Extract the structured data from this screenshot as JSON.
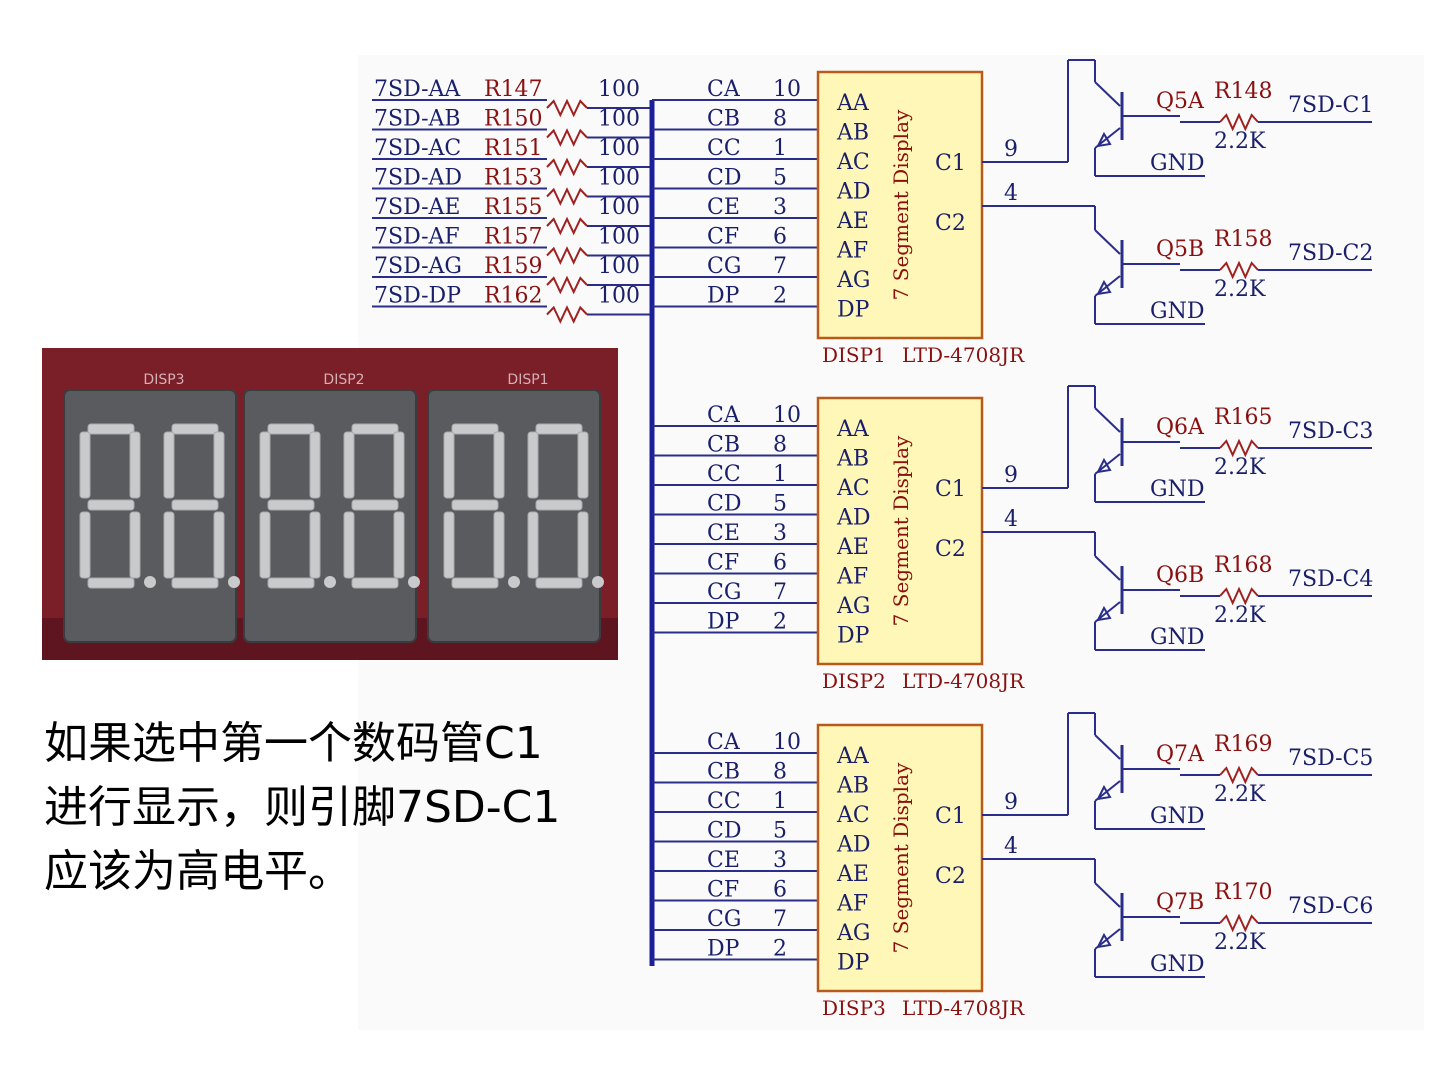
{
  "photo": {
    "labels": [
      "DISP3",
      "DISP2",
      "DISP1"
    ]
  },
  "caption": {
    "lines": [
      "如果选中第一个数码管C1",
      "进行显示，则引脚7SD-C1",
      "应该为高电平。"
    ]
  },
  "schematic": {
    "colors": {
      "wire": "#2a2d8a",
      "bus": "#1c1f9a",
      "resistor": "#a02020",
      "ic_fill": "#fff7b8",
      "ic_border": "#b85b1a",
      "text": "#1a1f6a",
      "text_red": "#8a1010",
      "background": "#fafafa"
    },
    "inputs": [
      {
        "net": "7SD-AA",
        "res": "R147",
        "val": "100"
      },
      {
        "net": "7SD-AB",
        "res": "R150",
        "val": "100"
      },
      {
        "net": "7SD-AC",
        "res": "R151",
        "val": "100"
      },
      {
        "net": "7SD-AD",
        "res": "R153",
        "val": "100"
      },
      {
        "net": "7SD-AE",
        "res": "R155",
        "val": "100"
      },
      {
        "net": "7SD-AF",
        "res": "R157",
        "val": "100"
      },
      {
        "net": "7SD-AG",
        "res": "R159",
        "val": "100"
      },
      {
        "net": "7SD-DP",
        "res": "R162",
        "val": "100"
      }
    ],
    "bus_pins": [
      {
        "name": "CA",
        "num": "10"
      },
      {
        "name": "CB",
        "num": "8"
      },
      {
        "name": "CC",
        "num": "1"
      },
      {
        "name": "CD",
        "num": "5"
      },
      {
        "name": "CE",
        "num": "3"
      },
      {
        "name": "CF",
        "num": "6"
      },
      {
        "name": "CG",
        "num": "7"
      },
      {
        "name": "DP",
        "num": "2"
      }
    ],
    "ic_pins": [
      "AA",
      "AB",
      "AC",
      "AD",
      "AE",
      "AF",
      "AG",
      "DP"
    ],
    "ic_title": "7 Segment Display",
    "ic_c1": "C1",
    "ic_c2": "C2",
    "ic_c1_num": "9",
    "ic_c2_num": "4",
    "gnd": "GND",
    "displays": [
      {
        "designator": "DISP1",
        "part": "LTD-4708JR",
        "q1": {
          "name": "Q5A",
          "res": "R148",
          "val": "2.2K",
          "net": "7SD-C1"
        },
        "q2": {
          "name": "Q5B",
          "res": "R158",
          "val": "2.2K",
          "net": "7SD-C2"
        }
      },
      {
        "designator": "DISP2",
        "part": "LTD-4708JR",
        "q1": {
          "name": "Q6A",
          "res": "R165",
          "val": "2.2K",
          "net": "7SD-C3"
        },
        "q2": {
          "name": "Q6B",
          "res": "R168",
          "val": "2.2K",
          "net": "7SD-C4"
        }
      },
      {
        "designator": "DISP3",
        "part": "LTD-4708JR",
        "q1": {
          "name": "Q7A",
          "res": "R169",
          "val": "2.2K",
          "net": "7SD-C5"
        },
        "q2": {
          "name": "Q7B",
          "res": "R170",
          "val": "2.2K",
          "net": "7SD-C6"
        }
      }
    ]
  }
}
